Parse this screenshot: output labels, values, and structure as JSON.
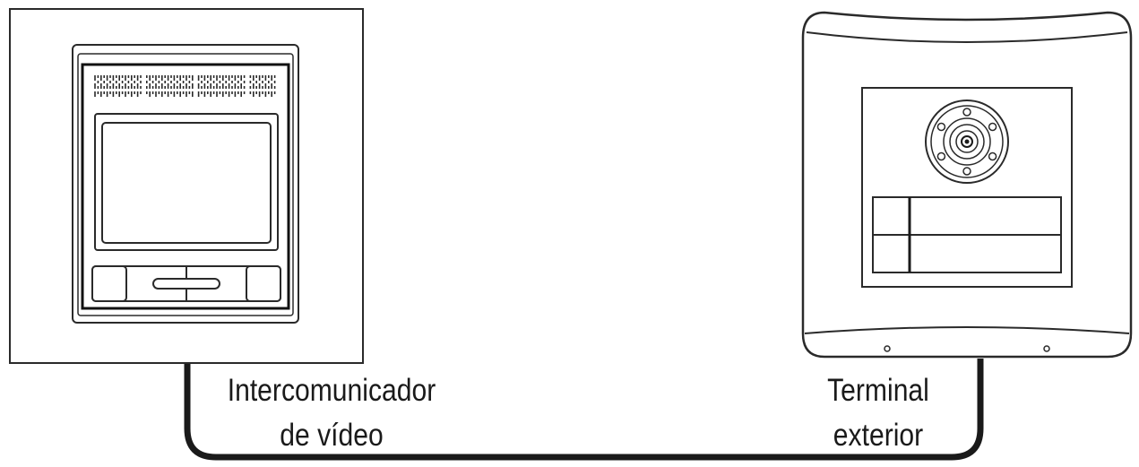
{
  "indoor_unit": {
    "label_line1": "Intercomunicador",
    "label_line2": "de vídeo"
  },
  "outdoor_unit": {
    "label_line1": "Terminal",
    "label_line2": "exterior"
  },
  "colors": {
    "line": "#1a1a1a",
    "background": "#ffffff"
  }
}
